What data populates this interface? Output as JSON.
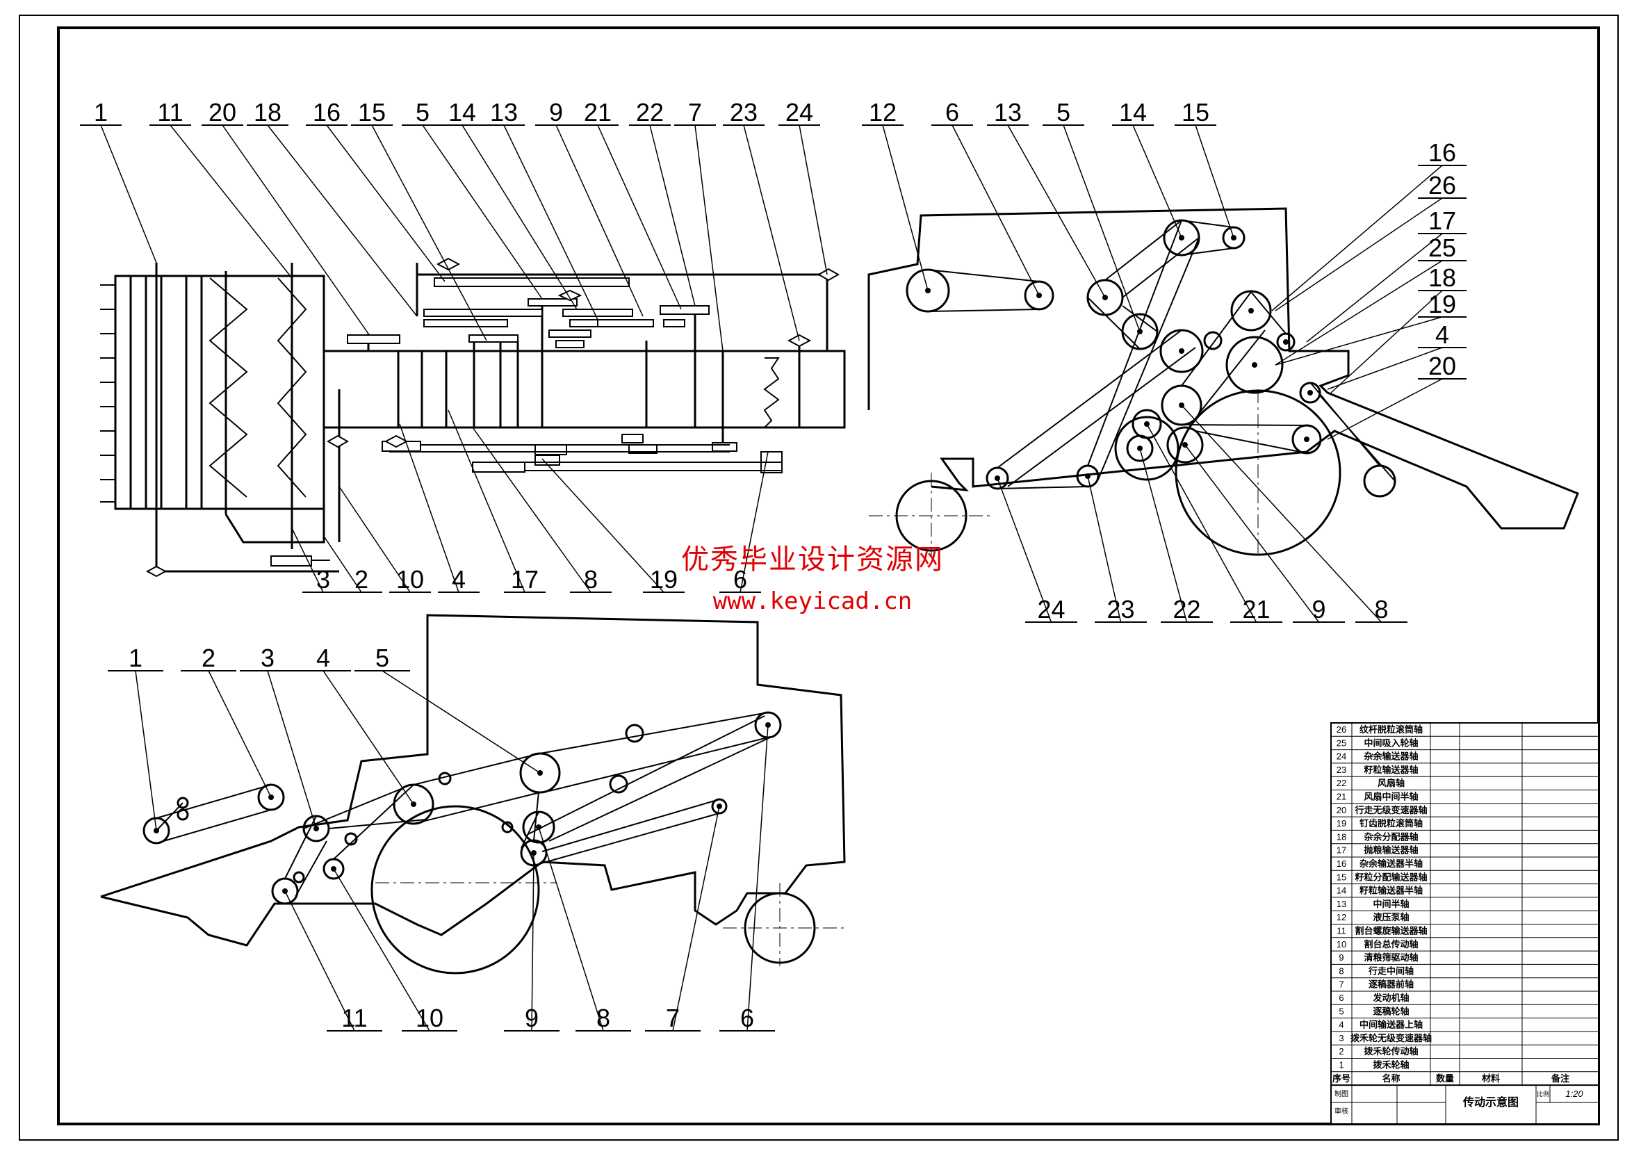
{
  "topview": {
    "labels": [
      "1",
      "11",
      "20",
      "18",
      "16",
      "15",
      "5",
      "14",
      "13",
      "9",
      "21",
      "22",
      "7",
      "23",
      "24"
    ],
    "bottom_labels": [
      "3",
      "2",
      "10",
      "4",
      "17",
      "8",
      "19",
      "6"
    ]
  },
  "sideview_top": {
    "top_labels": [
      "12",
      "6",
      "13",
      "5",
      "14",
      "15"
    ],
    "right_labels": [
      "16",
      "26",
      "17",
      "25",
      "18",
      "19",
      "4",
      "20"
    ],
    "bottom_labels": [
      "24",
      "23",
      "22",
      "21",
      "9",
      "8"
    ]
  },
  "sideview_bottom": {
    "top_labels": [
      "1",
      "2",
      "3",
      "4",
      "5"
    ],
    "bottom_labels": [
      "11",
      "10",
      "9",
      "8",
      "7",
      "6"
    ]
  },
  "watermark": {
    "text": "优秀毕业设计资源网",
    "url": "www.keyicad.cn"
  },
  "parts_table": {
    "rows": [
      {
        "no": "26",
        "name": "纹杆脱粒滚筒轴"
      },
      {
        "no": "25",
        "name": "中间吸入轮轴"
      },
      {
        "no": "24",
        "name": "杂余输送器轴"
      },
      {
        "no": "23",
        "name": "籽粒输送器轴"
      },
      {
        "no": "22",
        "name": "风扇轴"
      },
      {
        "no": "21",
        "name": "风扇中间半轴"
      },
      {
        "no": "20",
        "name": "行走无级变速器轴"
      },
      {
        "no": "19",
        "name": "钉齿脱粒滚筒轴"
      },
      {
        "no": "18",
        "name": "杂余分配器轴"
      },
      {
        "no": "17",
        "name": "抛粮输送器轴"
      },
      {
        "no": "16",
        "name": "杂余输送器半轴"
      },
      {
        "no": "15",
        "name": "籽粒分配输送器轴"
      },
      {
        "no": "14",
        "name": "籽粒输送器半轴"
      },
      {
        "no": "13",
        "name": "中间半轴"
      },
      {
        "no": "12",
        "name": "液压泵轴"
      },
      {
        "no": "11",
        "name": "割台螺旋输送器轴"
      },
      {
        "no": "10",
        "name": "割台总传动轴"
      },
      {
        "no": "9",
        "name": "清粮筛驱动轴"
      },
      {
        "no": "8",
        "name": "行走中间轴"
      },
      {
        "no": "7",
        "name": "逐稿器前轴"
      },
      {
        "no": "6",
        "name": "发动机轴"
      },
      {
        "no": "5",
        "name": "逐稿轮轴"
      },
      {
        "no": "4",
        "name": "中间输送器上轴"
      },
      {
        "no": "3",
        "name": "拨禾轮无级变速器轴"
      },
      {
        "no": "2",
        "name": "拨禾轮传动轴"
      },
      {
        "no": "1",
        "name": "拨禾轮轴"
      }
    ],
    "header": {
      "no": "序号",
      "name": "名称",
      "qty": "数量",
      "material": "材料",
      "note": "备注"
    },
    "title": "传动示意图",
    "scale_label": "比例",
    "scale": "1:20",
    "sign_labels": [
      "制图",
      "审核"
    ]
  }
}
